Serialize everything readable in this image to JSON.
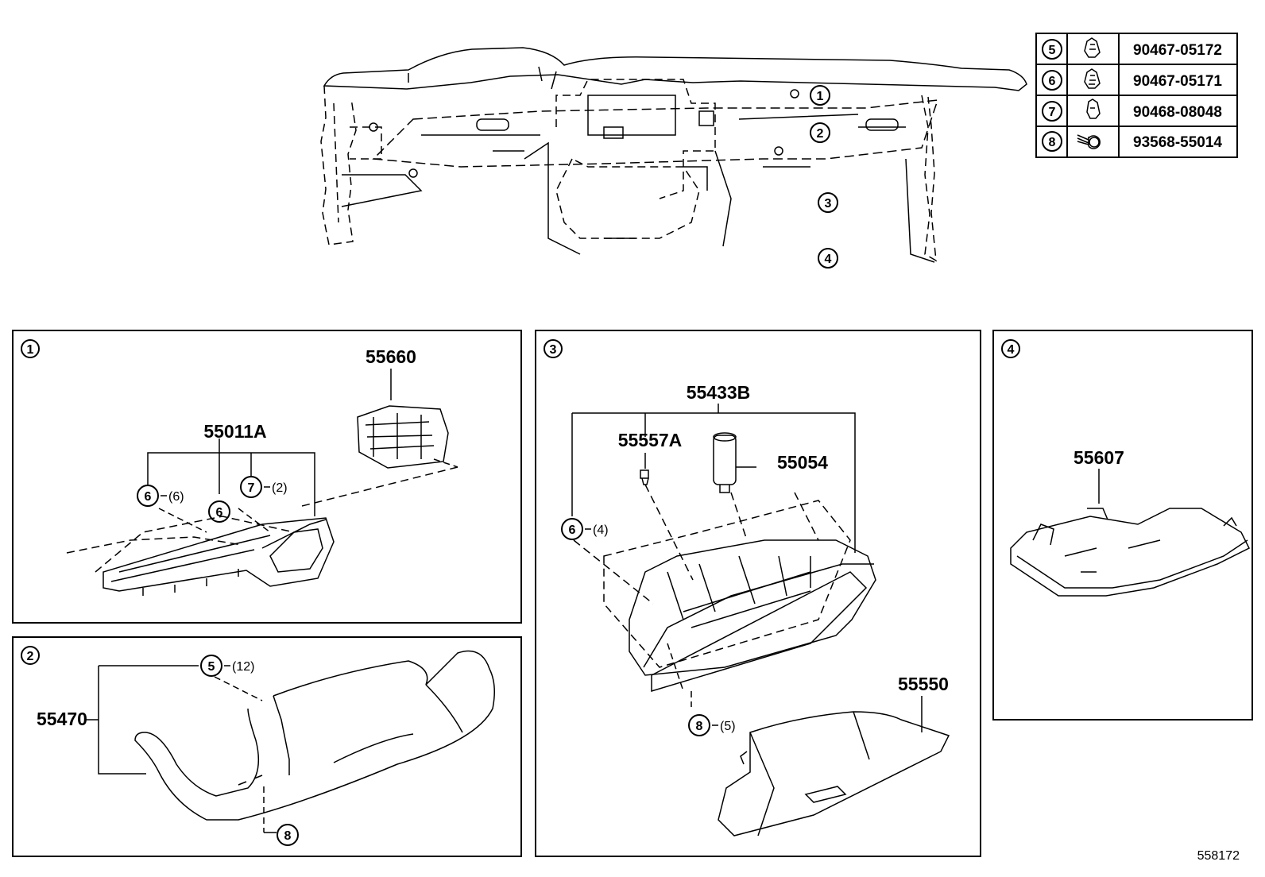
{
  "legend_table": [
    {
      "ref": "5",
      "part": "90467-05172"
    },
    {
      "ref": "6",
      "part": "90467-05171"
    },
    {
      "ref": "7",
      "part": "90468-08048"
    },
    {
      "ref": "8",
      "part": "93568-55014"
    }
  ],
  "overview": {
    "callouts": [
      "1",
      "2",
      "3",
      "4"
    ]
  },
  "panel1": {
    "ref": "1",
    "parts": {
      "p55660": "55660",
      "p55011A": "55011A"
    },
    "fasteners": {
      "a_ref": "6",
      "a_qty": "(6)",
      "b_ref": "6",
      "c_ref": "7",
      "c_qty": "(2)"
    }
  },
  "panel2": {
    "ref": "2",
    "parts": {
      "p55470": "55470"
    },
    "fasteners": {
      "a_ref": "5",
      "a_qty": "(12)",
      "b_ref": "8"
    }
  },
  "panel3": {
    "ref": "3",
    "parts": {
      "p55433B": "55433B",
      "p55557A": "55557A",
      "p55054": "55054",
      "p55550": "55550"
    },
    "fasteners": {
      "a_ref": "6",
      "a_qty": "(4)",
      "b_ref": "8",
      "b_qty": "(5)"
    }
  },
  "panel4": {
    "ref": "4",
    "parts": {
      "p55607": "55607"
    }
  },
  "diagram_id": "558172"
}
